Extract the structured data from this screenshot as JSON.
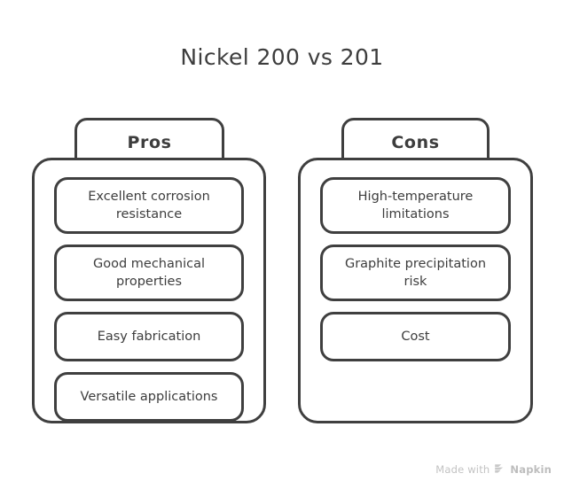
{
  "page": {
    "title": "Nickel 200 vs 201",
    "background_color": "#ffffff",
    "stroke_color": "#3f3f3f",
    "text_color": "#3d3d3d"
  },
  "columns": [
    {
      "id": "pros",
      "header": "Pros",
      "items": [
        "Excellent corrosion resistance",
        "Good mechanical properties",
        "Easy fabrication",
        "Versatile applications"
      ]
    },
    {
      "id": "cons",
      "header": "Cons",
      "items": [
        "High-temperature limitations",
        "Graphite precipitation risk",
        "Cost"
      ]
    }
  ],
  "watermark": {
    "prefix": "Made with",
    "brand": "Napkin",
    "logo_icon": "napkin-chevron-logo",
    "color": "#c3c3c3"
  }
}
